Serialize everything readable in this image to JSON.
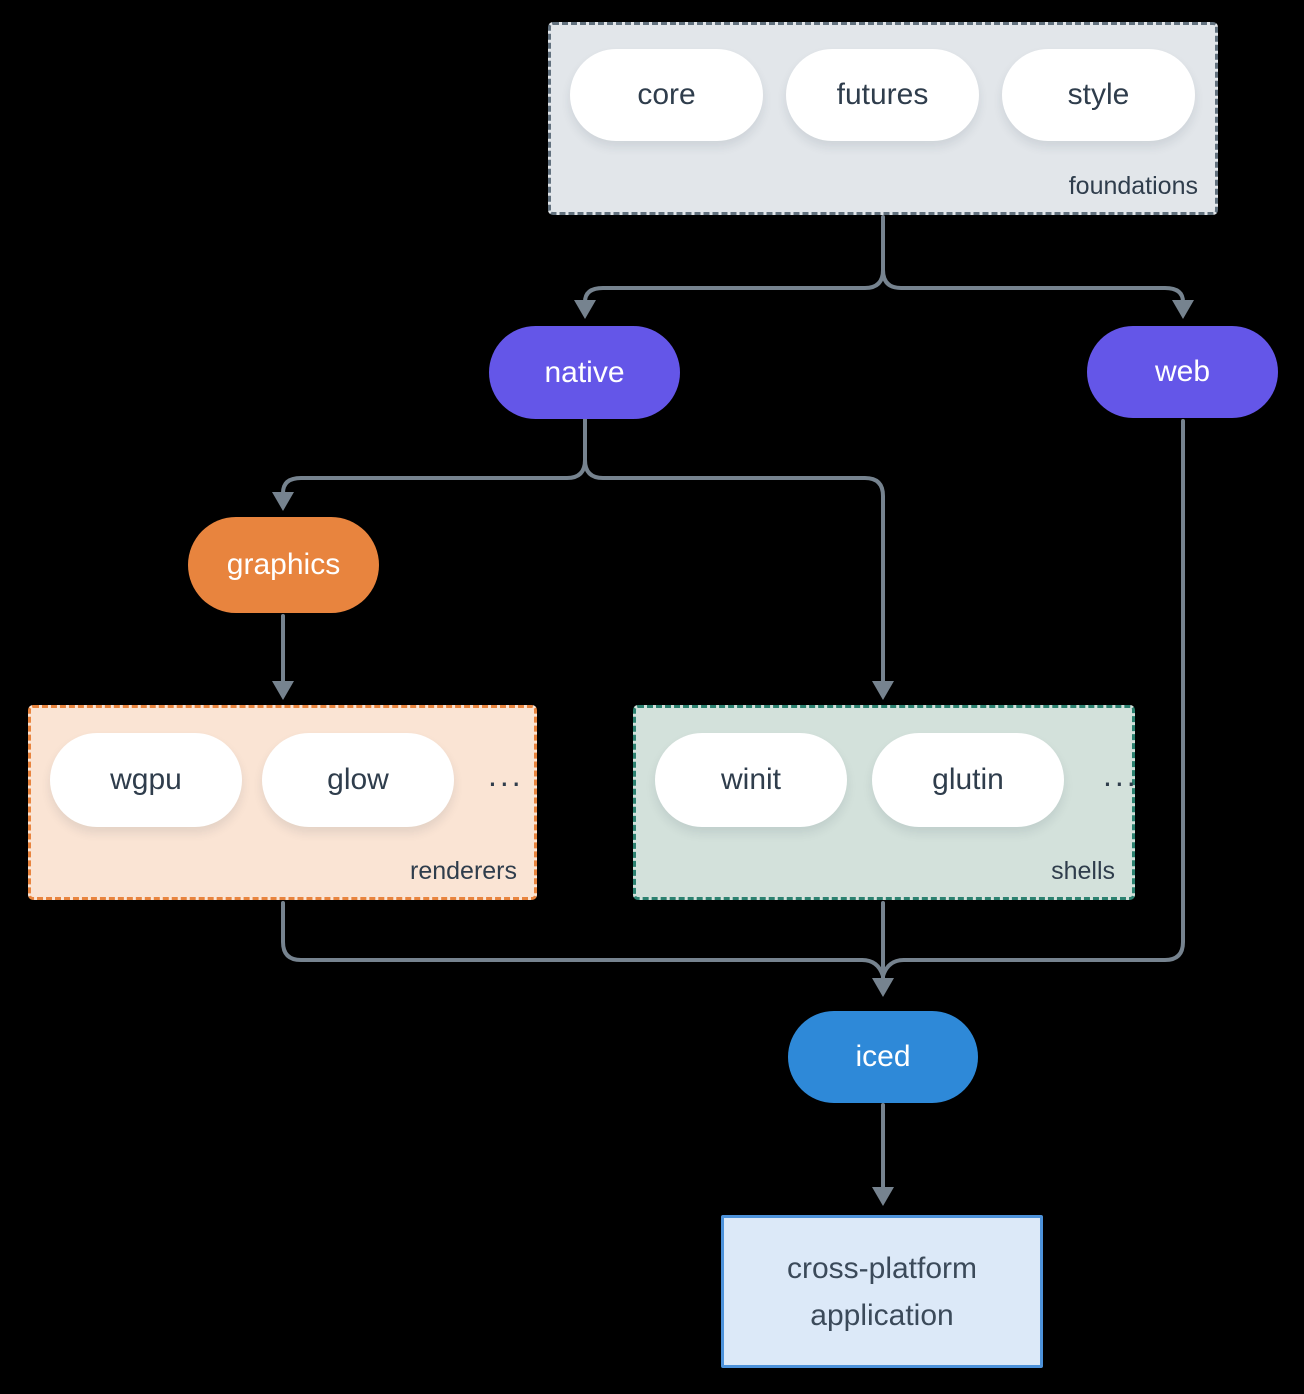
{
  "foundations": {
    "label": "foundations",
    "pills": [
      "core",
      "futures",
      "style"
    ]
  },
  "native": {
    "label": "native"
  },
  "web": {
    "label": "web"
  },
  "graphics": {
    "label": "graphics"
  },
  "renderers": {
    "label": "renderers",
    "pills": [
      "wgpu",
      "glow"
    ],
    "ellipsis": "..."
  },
  "shells": {
    "label": "shells",
    "pills": [
      "winit",
      "glutin"
    ],
    "ellipsis": "..."
  },
  "iced": {
    "label": "iced"
  },
  "application": {
    "label": "cross-platform application"
  },
  "colors": {
    "background": "#000000",
    "connector": "#76838F",
    "foundations_fill": "#e2e6ea",
    "foundations_border": "#62717e",
    "crate_pill_fill": "#ffffff",
    "crate_text": "#2f3d4c",
    "native_web_fill": "#6456e8",
    "graphics_fill": "#e8843e",
    "renderers_fill": "#fae4d4",
    "renderers_border": "#e8843e",
    "shells_fill": "#d3e1db",
    "shells_border": "#2c8170",
    "iced_fill": "#2e89d8",
    "application_fill": "#dce9f8",
    "application_border": "#4d92da"
  }
}
